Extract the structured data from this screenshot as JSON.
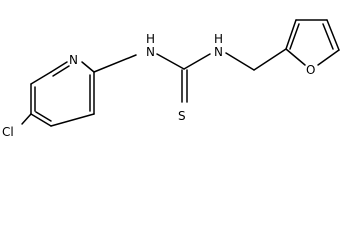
{
  "molecule": {
    "atoms": {
      "cl": "Cl",
      "n_ring": "N",
      "nh_left": "H",
      "n_left": "N",
      "nh_right": "H",
      "n_right": "N",
      "s": "S",
      "o": "O"
    }
  },
  "colors": {
    "bond": "#000000",
    "label": "#000000",
    "background": "#ffffff"
  }
}
